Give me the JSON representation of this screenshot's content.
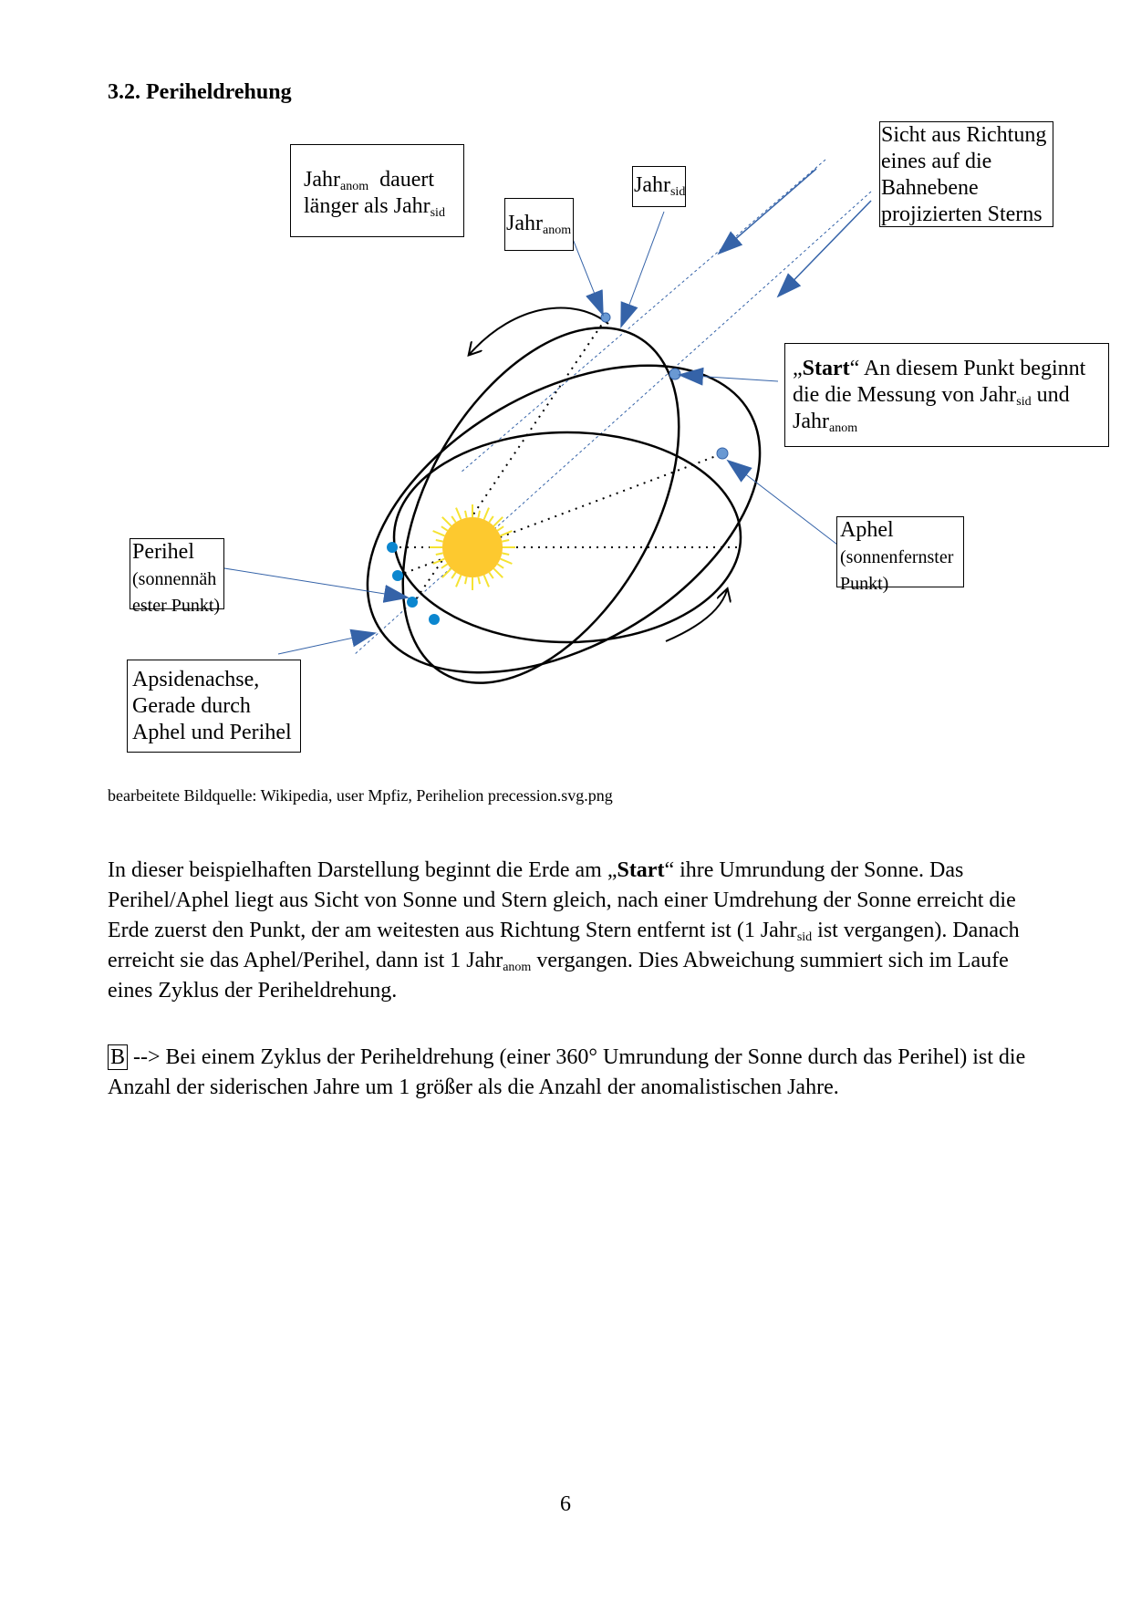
{
  "heading": "3.2. Periheldrehung",
  "labels": {
    "jahr_anom_longer": {
      "jahr": "Jahr",
      "anom": "anom",
      "rest": "dauert",
      "line2": "länger als Jahr",
      "sid": "sid"
    },
    "jahr_sid": {
      "jahr": "Jahr",
      "sub": "sid"
    },
    "jahr_anom": {
      "jahr": "Jahr",
      "sub": "anom"
    },
    "sicht": [
      "Sicht aus Richtung",
      "eines auf die",
      "Bahnebene",
      "projizierten Sterns"
    ],
    "start": {
      "open": "„",
      "bold": "Start",
      "rest": "“ An diesem Punkt beginnt",
      "line2": "die die Messung von  Jahr",
      "sid": "sid",
      "und": " und",
      "line3": "Jahr",
      "anom": "anom"
    },
    "aphel": {
      "title": "Aphel",
      "line2": "(sonnenfernster",
      "line3": "Punkt)"
    },
    "perihel": {
      "title": "Perihel",
      "line2": "(sonnennäh",
      "line3": "ester Punkt)"
    },
    "apsidenachse": [
      " Apsidenachse,",
      "Gerade durch",
      "Aphel und Perihel"
    ]
  },
  "caption": "bearbeitete Bildquelle: Wikipedia, user Mpfiz, Perihelion precession.svg.png",
  "paragraph1": {
    "p1": "In dieser beispielhaften Darstellung beginnt die Erde am „",
    "bold": "Start",
    "p2": "“ ihre Umrundung der Sonne. Das Perihel/Aphel liegt aus Sicht von Sonne und Stern gleich, nach einer Umdrehung der Sonne erreicht die Erde zuerst den Punkt, der am weitesten aus Richtung Stern entfernt ist (1 Jahr",
    "sub1": "sid",
    "p3": " ist vergangen). Danach erreicht sie das Aphel/Perihel, dann ist 1 Jahr",
    "sub2": "anom",
    "p4": " vergangen. Dies Abweichung summiert sich im Laufe eines Zyklus der Periheldrehung."
  },
  "paragraph2": {
    "marker": "B",
    "text": " --> Bei einem Zyklus der Periheldrehung  (einer 360° Umrundung der Sonne durch das Perihel) ist die Anzahl der siderischen Jahre um 1 größer als die Anzahl der anomalistischen Jahre."
  },
  "page_number": "6",
  "colors": {
    "sun": "#fdc92f",
    "sun_rays": "#f5e332",
    "arrow_blue": "#3563a8",
    "point_blue": "#0b86cf",
    "point_light": "#6a99d3"
  }
}
